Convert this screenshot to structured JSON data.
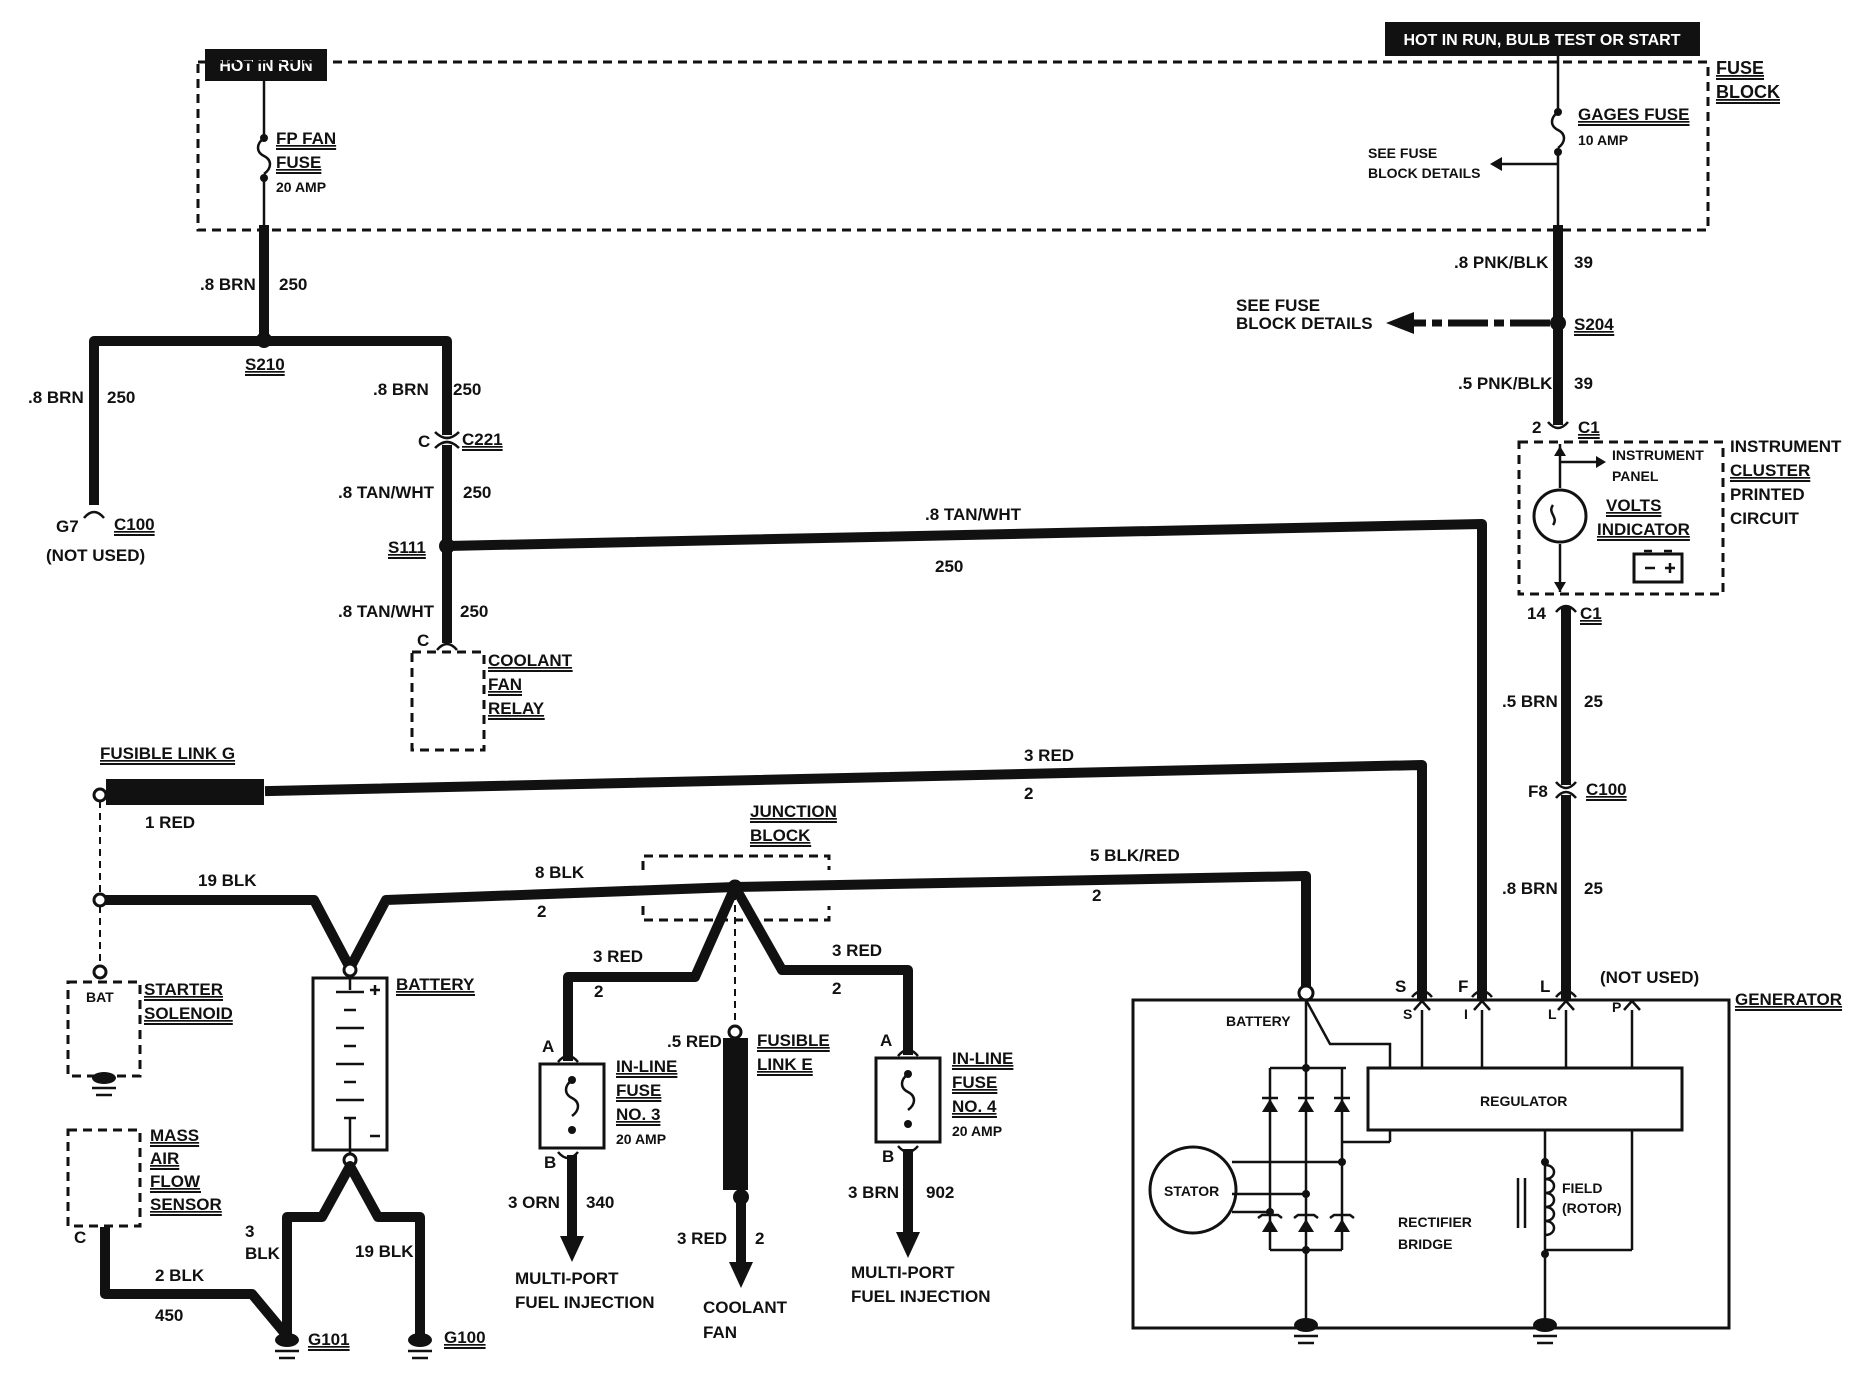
{
  "headers": {
    "hot_in_run": "HOT IN RUN",
    "hot_in_run_bulb": "HOT IN RUN, BULB TEST OR START"
  },
  "fuse_block": {
    "line1": "FUSE",
    "line2": "BLOCK"
  },
  "fp_fan_fuse": {
    "line1": "FP FAN",
    "line2": "FUSE",
    "rating": "20 AMP"
  },
  "gages_fuse": {
    "name": "GAGES FUSE",
    "rating": "10 AMP"
  },
  "see_fuse_block_details_1": {
    "line1": "SEE FUSE",
    "line2": "BLOCK DETAILS"
  },
  "see_fuse_block_details_2": {
    "line1": "SEE FUSE",
    "line2": "BLOCK DETAILS"
  },
  "wires": {
    "brn_250_top": {
      "gauge": ".8 BRN",
      "circuit": "250"
    },
    "brn_250_left": {
      "gauge": ".8 BRN",
      "circuit": "250"
    },
    "brn_250_mid": {
      "gauge": ".8 BRN",
      "circuit": "250"
    },
    "tanwht_250_a": {
      "gauge": ".8 TAN/WHT",
      "circuit": "250"
    },
    "tanwht_250_b": {
      "gauge": ".8 TAN/WHT",
      "circuit": "250"
    },
    "tanwht_250_long": {
      "gauge": ".8 TAN/WHT",
      "circuit": "250"
    },
    "pnkblk_39_top": {
      "gauge": ".8 PNK/BLK",
      "circuit": "39"
    },
    "pnkblk_39_bot": {
      "gauge": ".5 PNK/BLK",
      "circuit": "39"
    },
    "brn_25_a": {
      "gauge": ".5 BRN",
      "circuit": "25"
    },
    "brn_25_b": {
      "gauge": ".8 BRN",
      "circuit": "25"
    },
    "red_3_top": {
      "gauge": "3 RED",
      "circuit": "2"
    },
    "red_1": {
      "gauge": "1 RED"
    },
    "blk_19_top": {
      "gauge": "19 BLK"
    },
    "blk_8": {
      "gauge": "8 BLK",
      "circuit": "2"
    },
    "blkred_5": {
      "gauge": "5 BLK/RED",
      "circuit": "2"
    },
    "red_3_left": {
      "gauge": "3 RED",
      "circuit": "2"
    },
    "red_3_right": {
      "gauge": "3 RED",
      "circuit": "2"
    },
    "red_05": {
      "gauge": ".5 RED"
    },
    "orn_3": {
      "gauge": "3 ORN",
      "circuit": "340"
    },
    "red_3_fan": {
      "gauge": "3 RED",
      "circuit": "2"
    },
    "brn_3": {
      "gauge": "3 BRN",
      "circuit": "902"
    },
    "blk_3": {
      "gauge": "3",
      "color": "BLK"
    },
    "blk_19_bot": {
      "gauge": "19 BLK"
    },
    "blk_2": {
      "gauge": "2 BLK",
      "circuit": "450"
    }
  },
  "splices": {
    "s210": "S210",
    "s111": "S111",
    "s204": "S204"
  },
  "connectors": {
    "c221": {
      "pin": "C",
      "name": "C221"
    },
    "g7_c100": {
      "pin": "G7",
      "name": "C100",
      "note": "(NOT USED)"
    },
    "coolant_relay_pin": "C",
    "c1_top": {
      "pin": "2",
      "name": "C1"
    },
    "c1_bot": {
      "pin": "14",
      "name": "C1"
    },
    "f8_c100": {
      "pin": "F8",
      "name": "C100"
    },
    "maf_pin": "C",
    "fuse3_a": "A",
    "fuse3_b": "B",
    "fuse4_a": "A",
    "fuse4_b": "B"
  },
  "components": {
    "coolant_fan_relay": [
      "COOLANT",
      "FAN",
      "RELAY"
    ],
    "fusible_link_g": "FUSIBLE LINK G",
    "junction_block": [
      "JUNCTION",
      "BLOCK"
    ],
    "starter_solenoid": {
      "bat": "BAT",
      "name": [
        "STARTER",
        "SOLENOID"
      ]
    },
    "battery": "BATTERY",
    "mass_air_flow": [
      "MASS",
      "AIR",
      "FLOW",
      "SENSOR"
    ],
    "inline_fuse_3": {
      "name": [
        "IN-LINE",
        "FUSE",
        "NO. 3"
      ],
      "rating": "20 AMP"
    },
    "inline_fuse_4": {
      "name": [
        "IN-LINE",
        "FUSE",
        "NO. 4"
      ],
      "rating": "20 AMP"
    },
    "fusible_link_e": [
      "FUSIBLE",
      "LINK E"
    ],
    "instrument": {
      "panel": [
        "INSTRUMENT",
        "PANEL"
      ],
      "volts": [
        "VOLTS",
        "INDICATOR"
      ],
      "cluster": [
        "INSTRUMENT",
        "CLUSTER",
        "PRINTED",
        "CIRCUIT"
      ]
    }
  },
  "generator": {
    "name": "GENERATOR",
    "not_used": "(NOT USED)",
    "battery": "BATTERY",
    "regulator": "REGULATOR",
    "stator": "STATOR",
    "rectifier": [
      "RECTIFIER",
      "BRIDGE"
    ],
    "field": [
      "FIELD",
      "(ROTOR)"
    ],
    "terminals": {
      "s": "S",
      "f": "F",
      "l": "L",
      "s2": "S",
      "i": "I",
      "l2": "L",
      "p": "P"
    }
  },
  "destinations": {
    "mpfi_left": [
      "MULTI-PORT",
      "FUEL INJECTION"
    ],
    "mpfi_right": [
      "MULTI-PORT",
      "FUEL INJECTION"
    ],
    "coolant_fan": [
      "COOLANT",
      "FAN"
    ]
  },
  "grounds": {
    "g101": "G101",
    "g100": "G100"
  }
}
